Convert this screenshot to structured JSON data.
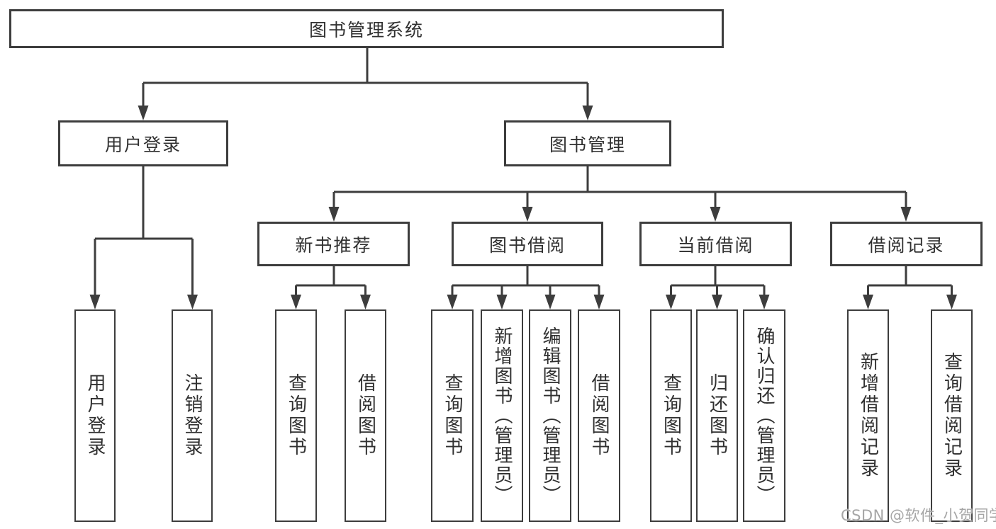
{
  "tree": {
    "root": "图书管理系统",
    "branches": {
      "user": {
        "label": "用户登录",
        "children": {
          "c1": "用户登录",
          "c2": "注销登录"
        }
      },
      "book": {
        "label": "图书管理",
        "groups": {
          "recommend": {
            "label": "新书推荐",
            "children": {
              "c1": "查询图书",
              "c2": "借阅图书"
            }
          },
          "borrow": {
            "label": "图书借阅",
            "children": {
              "c1": "查询图书",
              "c2": "新增图书（管理员）",
              "c3": "编辑图书（管理员）",
              "c4": "借阅图书"
            }
          },
          "current": {
            "label": "当前借阅",
            "children": {
              "c1": "查询图书",
              "c2": "归还图书",
              "c3": "确认归还（管理员）"
            }
          },
          "records": {
            "label": "借阅记录",
            "children": {
              "c1": "新增借阅记录",
              "c2": "查询借阅记录"
            }
          }
        }
      }
    }
  },
  "watermark": "CSDN @软件_小贺同学",
  "colors": {
    "line": "#3d3d3d",
    "text": "#303030",
    "watermark": "#a6a6a6",
    "background": "#ffffff"
  }
}
